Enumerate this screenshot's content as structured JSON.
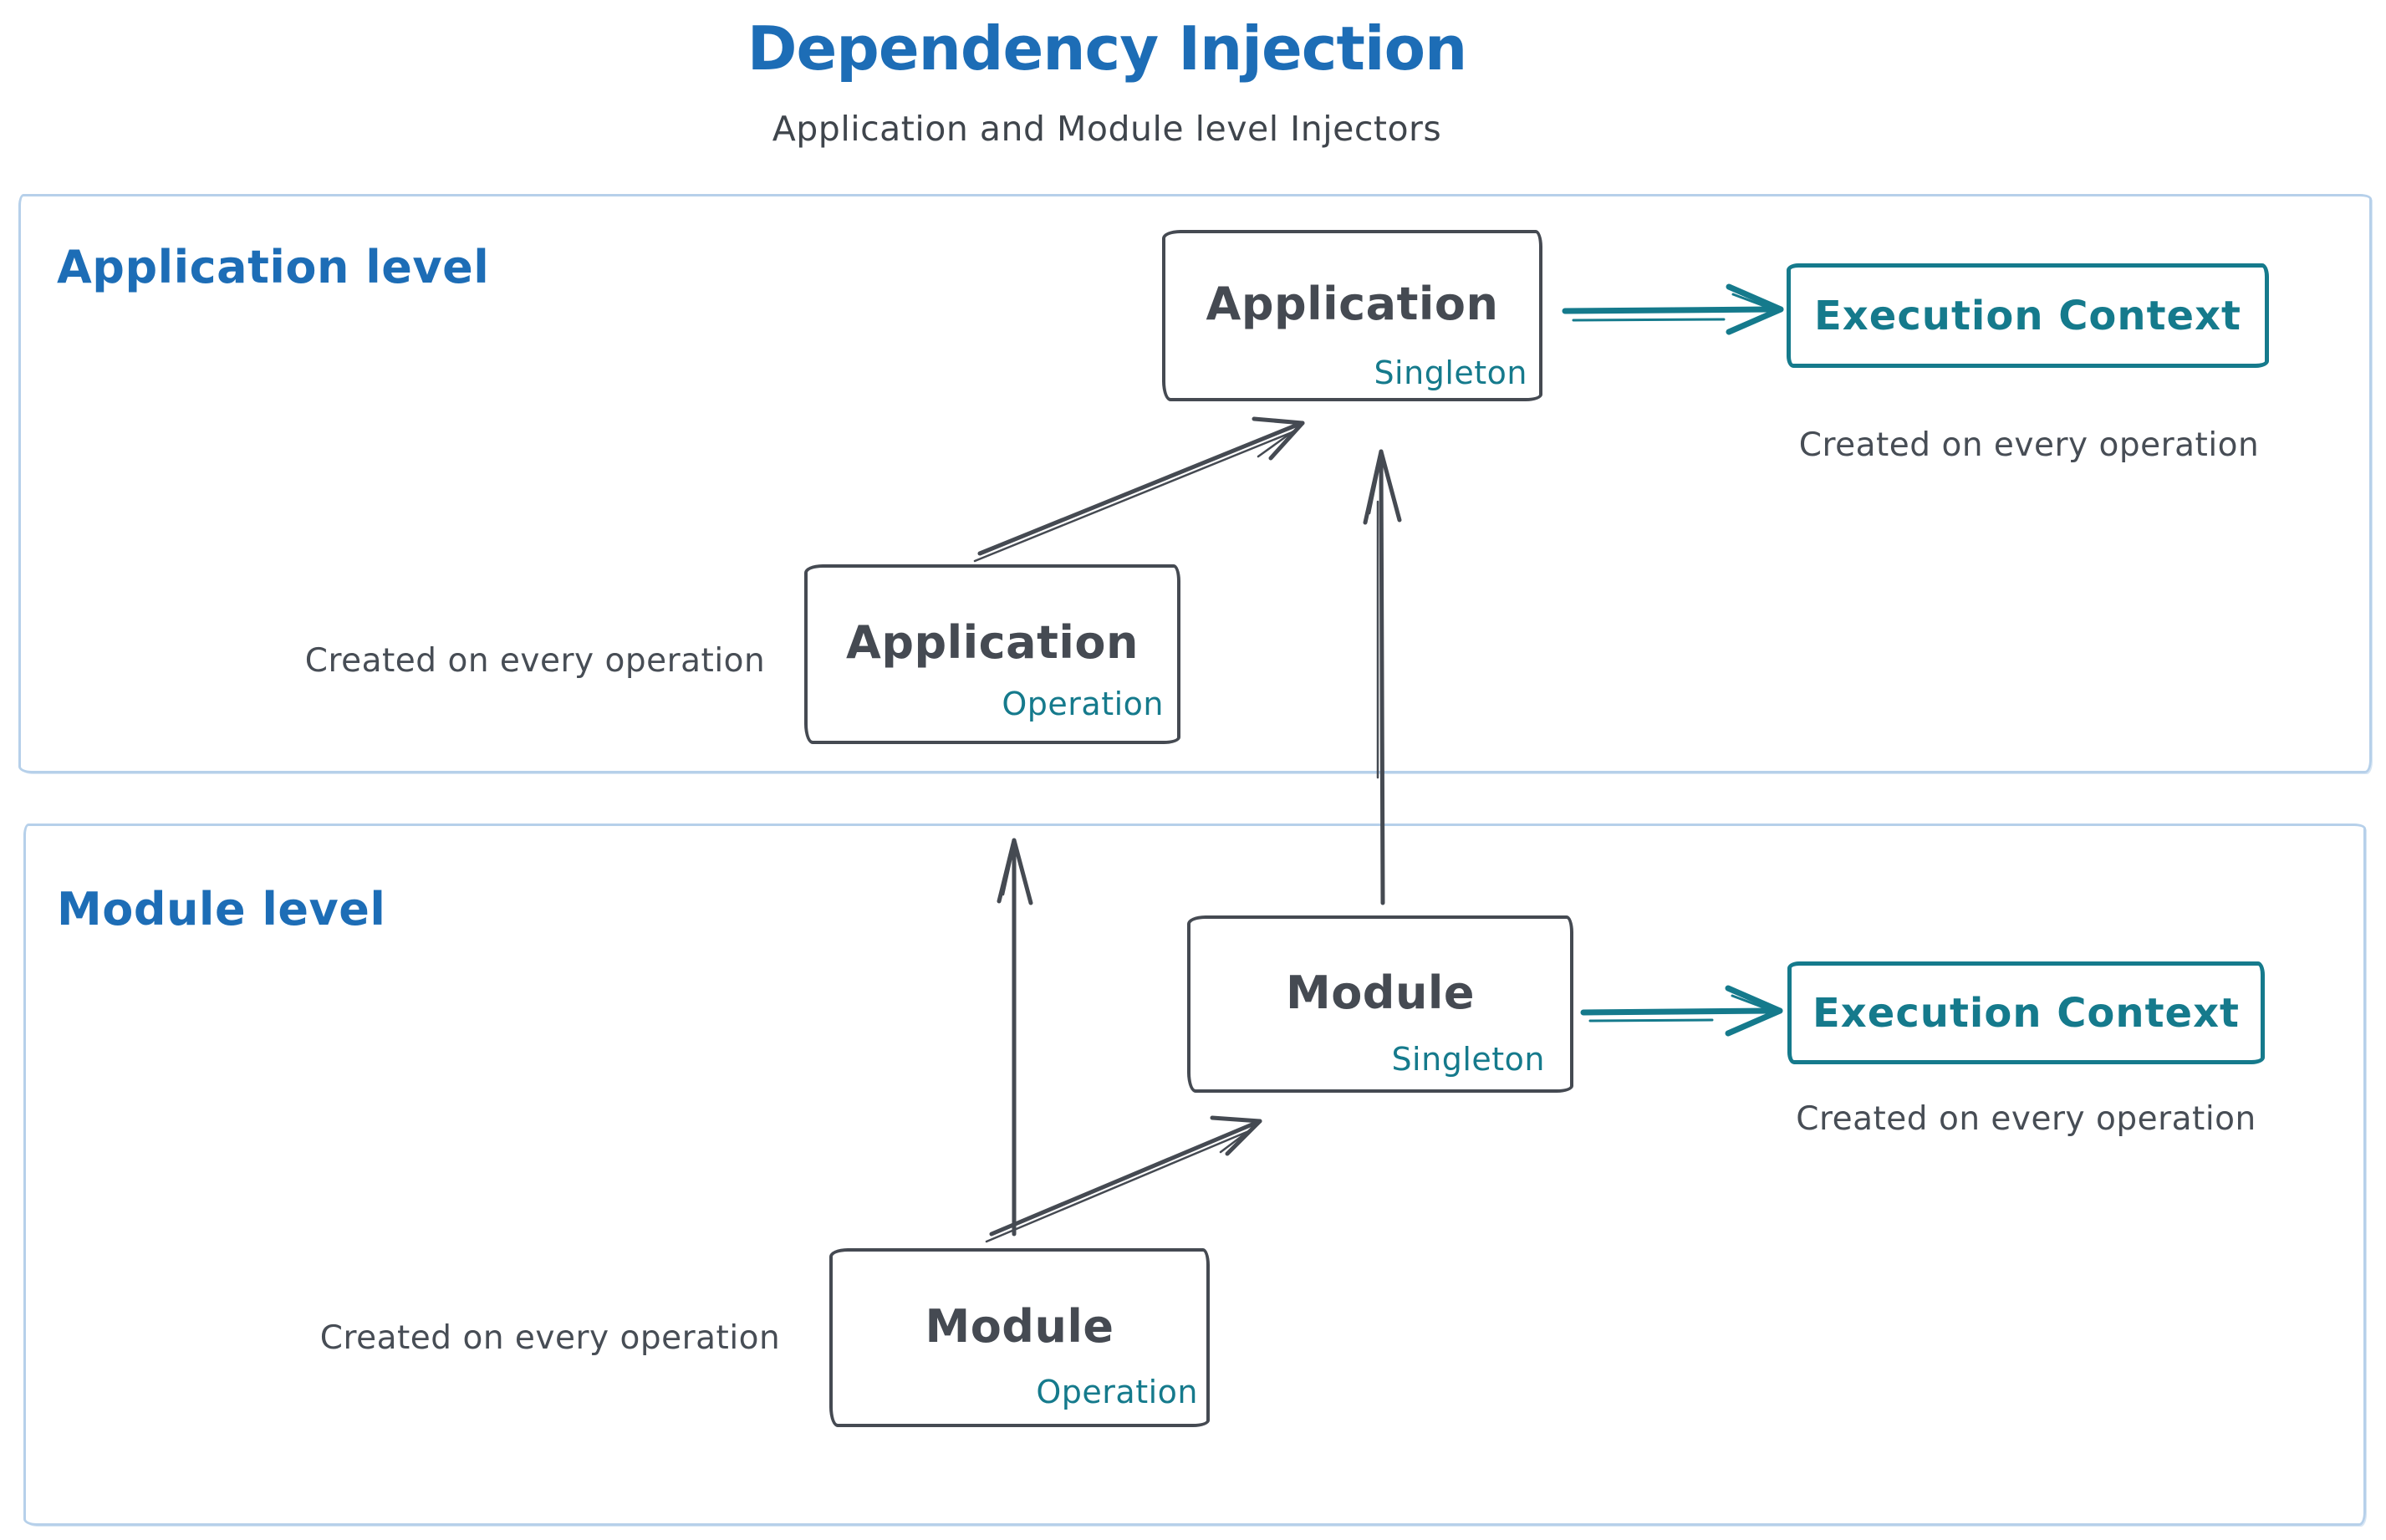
{
  "header": {
    "title": "Dependency Injection",
    "subtitle": "Application and Module level Injectors"
  },
  "colors": {
    "title_blue": "#1d6db6",
    "diagram_dark": "#454a52",
    "accent_teal": "#157a8c",
    "frame_light_blue": "#b6d0ea",
    "background": "#ffffff"
  },
  "sections": {
    "application": {
      "label": "Application level",
      "singleton_box": {
        "title": "Application",
        "badge": "Singleton"
      },
      "operation_box": {
        "title": "Application",
        "badge": "Operation"
      },
      "operation_caption": "Created on every operation",
      "execution_context": {
        "label": "Execution Context",
        "caption": "Created on every operation"
      }
    },
    "module": {
      "label": "Module level",
      "singleton_box": {
        "title": "Module",
        "badge": "Singleton"
      },
      "operation_box": {
        "title": "Module",
        "badge": "Operation"
      },
      "operation_caption": "Created on every operation",
      "execution_context": {
        "label": "Execution Context",
        "caption": "Created on every operation"
      }
    }
  }
}
